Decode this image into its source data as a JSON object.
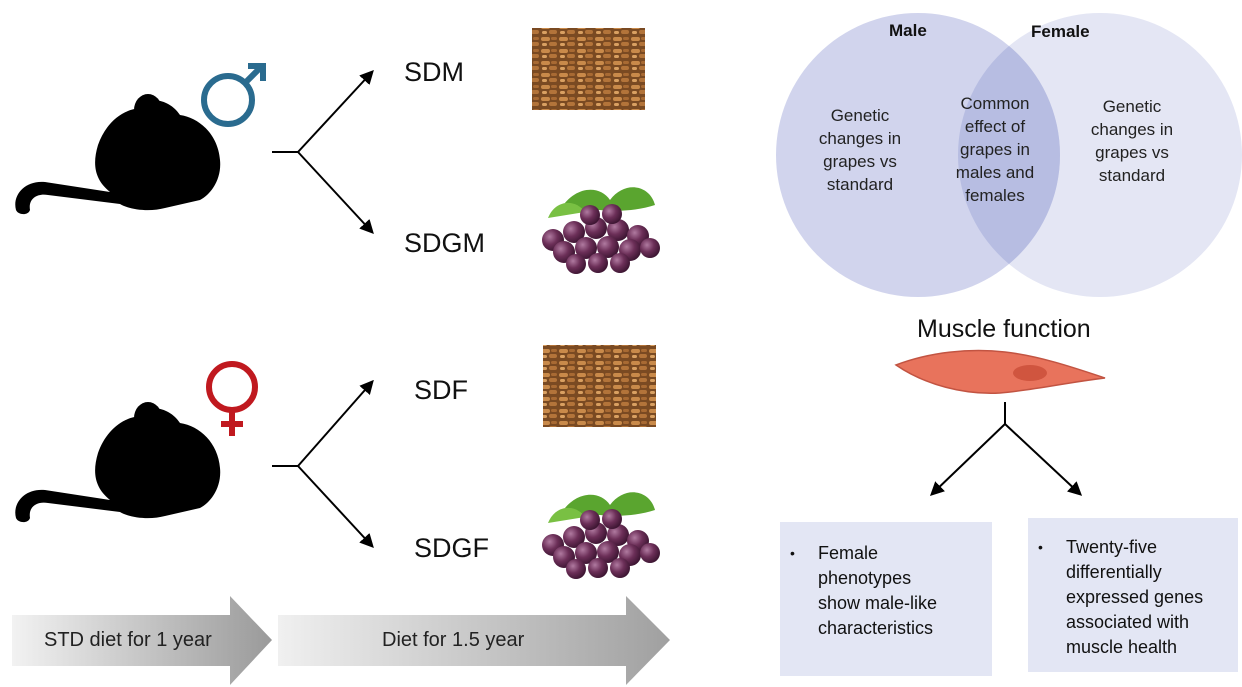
{
  "colors": {
    "male_symbol": "#2a6b8f",
    "female_symbol": "#c0191f",
    "circle_male": "#c9cdea",
    "circle_female": "#e4e6f4",
    "box_fill": "#e3e6f4",
    "muscle_fill": "#e8735c"
  },
  "icons": {
    "mouse": "mouse-silhouette-icon",
    "male": "male-symbol-icon",
    "female": "female-symbol-icon",
    "pellets": "chow-pellets-image",
    "grapes": "grapes-image",
    "muscle": "muscle-cell-icon"
  },
  "groups": {
    "sdm": "SDM",
    "sdgm": "SDGM",
    "sdf": "SDF",
    "sdgf": "SDGF"
  },
  "timeline": {
    "stage1": "STD diet for 1 year",
    "stage2": "Diet for 1.5 year"
  },
  "venn": {
    "left_title": "Male",
    "right_title": "Female",
    "left_text": [
      "Genetic",
      "changes in",
      "grapes vs",
      "standard"
    ],
    "overlap_text": [
      "Common",
      "effect of",
      "grapes in",
      "males and",
      "females"
    ],
    "right_text": [
      "Genetic",
      "changes in",
      "grapes vs",
      "standard"
    ]
  },
  "muscle": {
    "title": "Muscle function"
  },
  "outcomes": {
    "left_lines": [
      "Female",
      "phenotypes",
      "show male-like",
      "characteristics"
    ],
    "right_lines": [
      "Twenty-five",
      "differentially",
      "expressed genes",
      "associated with",
      "muscle health"
    ]
  }
}
